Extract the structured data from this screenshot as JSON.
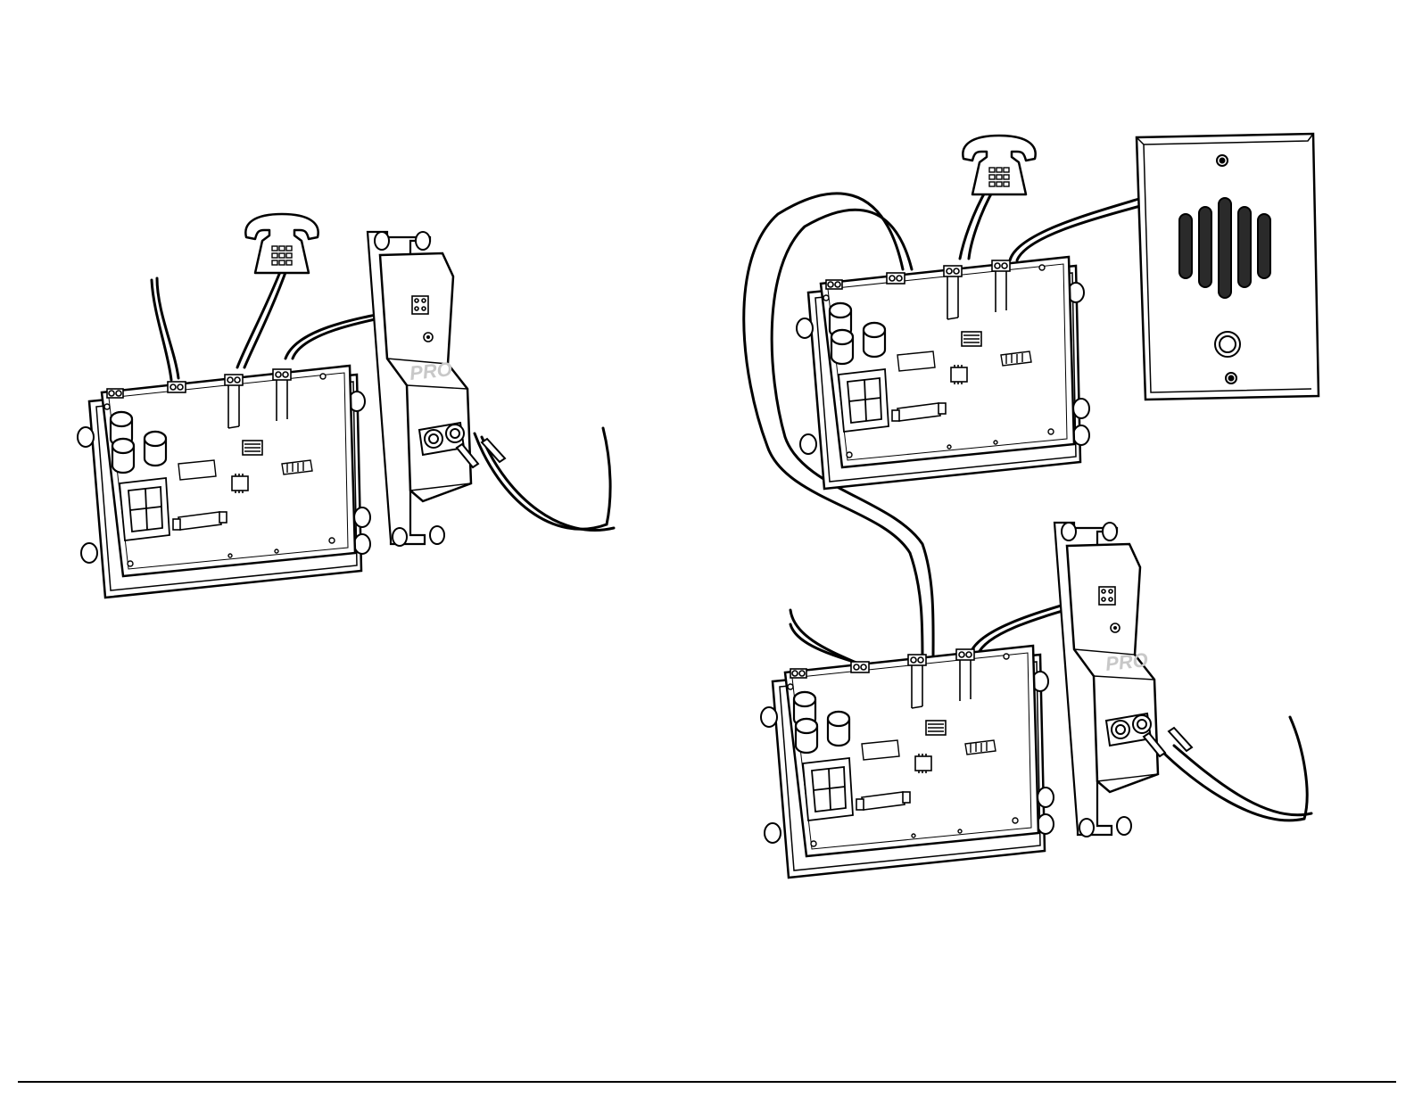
{
  "diagram": {
    "left_setup": {
      "label_on_module": "PRO",
      "devices": [
        "phone-icon",
        "control-board",
        "pro-module"
      ]
    },
    "right_setup": {
      "upper_label": "",
      "lower_label_on_module": "PRO",
      "devices": [
        "phone-icon",
        "control-board",
        "speaker-door-station",
        "control-board",
        "pro-module"
      ]
    }
  },
  "colors": {
    "line": "#000000",
    "background": "#ffffff",
    "logo_gray": "#c8c8c8"
  }
}
